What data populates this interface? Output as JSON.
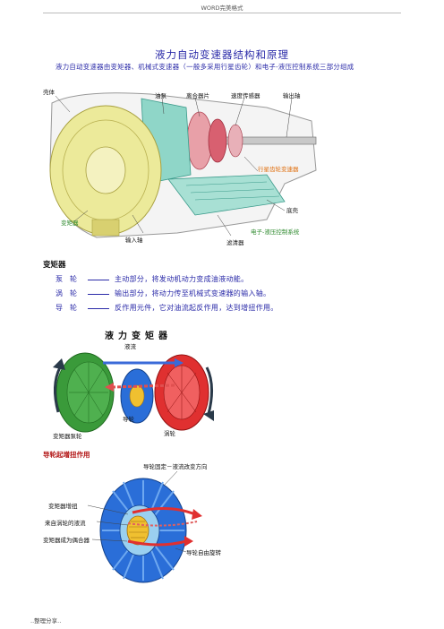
{
  "header": {
    "text": "WORD完美格式"
  },
  "document": {
    "title": "液力自动变速器结构和原理",
    "intro": "液力自动变速器由变矩器、机械式变速器（一般多采用行星齿轮）和电子-液压控制系统三部分组成"
  },
  "figure1": {
    "labels": {
      "housing": "壳体",
      "oil_pump": "油泵",
      "clutch_plates": "离合器片",
      "speed_sensor": "速度传感器",
      "output_shaft": "输出轴",
      "planetary": "行星齿轮变速器",
      "torque_converter": "变矩器",
      "oil_pan": "底壳",
      "control_system": "电子-液压控制系统",
      "input_shaft": "输入轴",
      "filter": "滤清器"
    }
  },
  "section_torque_converter": {
    "heading": "变矩器",
    "items": [
      {
        "term": "泵轮",
        "desc": "主动部分，将发动机动力变成油液动能。"
      },
      {
        "term": "涡轮",
        "desc": "输出部分，将动力传至机械式变速器的输入轴。"
      },
      {
        "term": "导轮",
        "desc": "反作用元件，它对油流起反作用，达到增扭作用。"
      }
    ]
  },
  "figure2": {
    "title": "液力变矩器",
    "labels": {
      "flow": "液流",
      "stator": "导轮",
      "turbine": "涡轮",
      "pump": "变矩器泵轮"
    }
  },
  "section_stator": {
    "heading": "导轮起增扭作用"
  },
  "figure3": {
    "labels": {
      "stator_fixed": "导轮固定－液流改变方向",
      "torque_increase": "变矩器增扭",
      "from_turbine": "来自涡轮的液流",
      "coupling": "变矩器成为偶合器",
      "freewheel": "导轮自由旋转"
    }
  },
  "footer": {
    "text": "..整理分享.."
  },
  "colors": {
    "title_blue": "#2a2aa8",
    "converter_yellow": "#e8e48a",
    "pump_green": "#3a9a3a",
    "turbine_red": "#e03030",
    "stator_blue": "#2a6ed8"
  }
}
